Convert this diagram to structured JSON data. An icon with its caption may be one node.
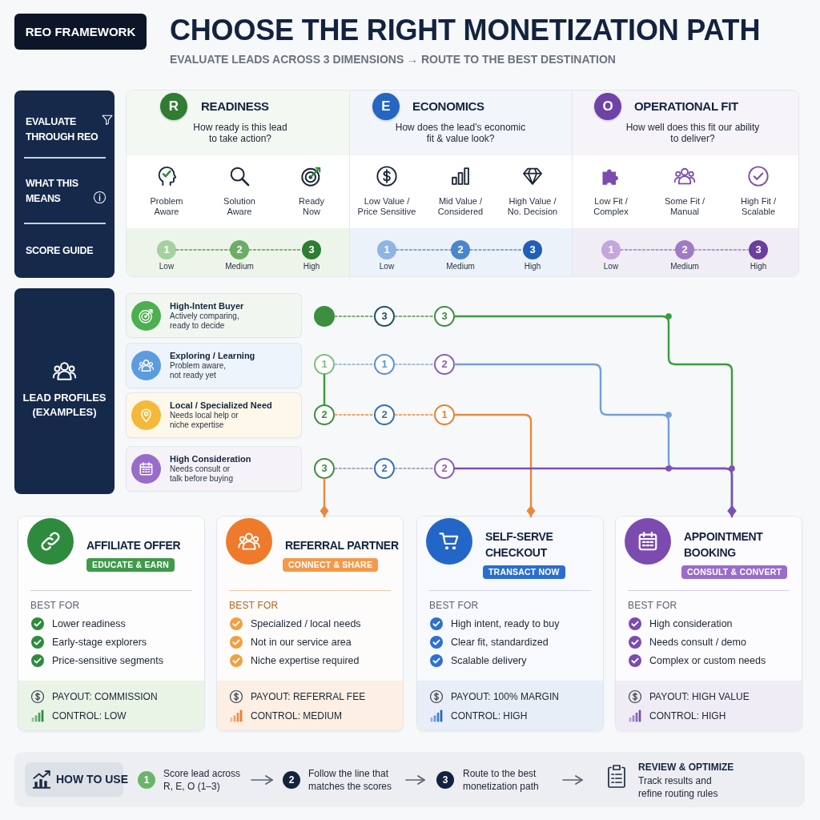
{
  "diagram": {
    "title": "CHOOSE THE RIGHT MONETIZATION PATH",
    "nodes": [
      {
        "text": [
          "REO FRAMEWORK"
        ]
      },
      {
        "text": [
          "EVALUATE THROUGH REO",
          "WHAT THIS MEANS",
          "SCORE GUIDE"
        ]
      },
      {
        "text": [
          "READINESS",
          "How ready is this lead to take action?",
          "Problem Aware",
          "Solution Aware",
          "Ready Now"
        ]
      },
      {
        "text": [
          "R"
        ],
        "in": 2
      },
      {
        "text": [
          "1"
        ],
        "in": 2,
        "beside": [
          "Low"
        ]
      },
      {
        "text": [
          "2"
        ],
        "in": 2,
        "beside": [
          "Medium"
        ]
      },
      {
        "text": [
          "3"
        ],
        "in": 2,
        "beside": [
          "High"
        ]
      },
      {
        "text": [
          "ECONOMICS",
          "How does the lead’s economic fit & value look?",
          "Low Value / Price Sensitive",
          "Mid Value / Considered",
          "High Value / No. Decision"
        ]
      },
      {
        "text": [
          "E"
        ],
        "in": 7
      },
      {
        "text": [
          "1"
        ],
        "in": 7,
        "beside": [
          "Low"
        ]
      },
      {
        "text": [
          "2"
        ],
        "in": 7,
        "beside": [
          "Medium"
        ]
      },
      {
        "text": [
          "3"
        ],
        "in": 7,
        "beside": [
          "High"
        ]
      },
      {
        "text": [
          "OPERATIONAL FIT",
          "How well does this fit our ability to deliver?",
          "Low Fit / Complex",
          "Some Fit / Manual",
          "High Fit / Scalable"
        ]
      },
      {
        "text": [
          "O"
        ],
        "in": 12
      },
      {
        "text": [
          "1"
        ],
        "in": 12,
        "beside": [
          "Low"
        ]
      },
      {
        "text": [
          "2"
        ],
        "in": 12,
        "beside": [
          "Medium"
        ]
      },
      {
        "text": [
          "3"
        ],
        "in": 12,
        "beside": [
          "High"
        ]
      },
      {
        "text": [
          "LEAD PROFILES (EXAMPLES)"
        ]
      },
      {
        "text": [
          "High-Intent Buyer",
          "Actively comparing, ready to decide"
        ]
      },
      {
        "text": [
          "Exploring / Learning",
          "Problem aware, not ready yet"
        ]
      },
      {
        "text": [
          "Local / Specialized Need",
          "Needs local help or niche expertise"
        ]
      },
      {
        "text": [
          "High Consideration",
          "Needs consult or talk before buying"
        ]
      },
      {
        "text": [],
        "shape": "circle"
      },
      {
        "text": [
          "3"
        ]
      },
      {
        "text": [
          "3"
        ]
      },
      {
        "text": [
          "1"
        ]
      },
      {
        "text": [
          "1"
        ]
      },
      {
        "text": [
          "2"
        ]
      },
      {
        "text": [
          "2"
        ]
      },
      {
        "text": [
          "2"
        ]
      },
      {
        "text": [
          "1"
        ]
      },
      {
        "text": [
          "3"
        ]
      },
      {
        "text": [
          "2"
        ]
      },
      {
        "text": [
          "2"
        ]
      },
      {
        "text": [
          "AFFILIATE OFFER",
          "BEST FOR",
          "Lower readiness",
          "Early-stage explorers",
          "Price-sensitive segments",
          "PAYOUT: COMMISSION",
          "CONTROL: LOW"
        ]
      },
      {
        "text": [
          "EDUCATE & EARN"
        ],
        "in": 34
      },
      {
        "text": [
          "REFERRAL PARTNER",
          "BEST FOR",
          "Specialized / local needs",
          "Not in our service area",
          "Niche expertise required",
          "PAYOUT: REFERRAL FEE",
          "CONTROL: MEDIUM"
        ]
      },
      {
        "text": [
          "CONNECT & SHARE"
        ],
        "in": 36
      },
      {
        "text": [
          "SELF-SERVE CHECKOUT",
          "BEST FOR",
          "High intent, ready to buy",
          "Clear fit, standardized",
          "Scalable delivery",
          "PAYOUT: 100% MARGIN",
          "CONTROL: HIGH"
        ]
      },
      {
        "text": [
          "TRANSACT NOW"
        ],
        "in": 38
      },
      {
        "text": [
          "APPOINTMENT BOOKING",
          "BEST FOR",
          "High consideration",
          "Needs consult / demo",
          "Complex or custom needs",
          "PAYOUT: HIGH VALUE",
          "CONTROL: HIGH"
        ]
      },
      {
        "text": [
          "CONSULT & CONVERT"
        ],
        "in": 40
      },
      {
        "text": [],
        "shape": "box"
      },
      {
        "text": [
          "HOW TO USE"
        ],
        "in": 42
      },
      {
        "text": [
          "1"
        ],
        "in": 42,
        "beside": [
          "Score lead across R, E, O (1–3)"
        ]
      },
      {
        "text": [
          "2"
        ],
        "in": 42,
        "beside": [
          "Follow the line that matches the scores"
        ]
      },
      {
        "text": [
          "3"
        ],
        "in": 42,
        "beside": [
          "Route to the best monetization path"
        ]
      },
      {
        "text": [
          "REVIEW & OPTIMIZE",
          "Track results and refine routing rules"
        ],
        "in": 42
      }
    ],
    "edges": [
      {
        "from": 4,
        "to": 5,
        "arrow": "none",
        "style": "dashed",
        "color": "#5a9e56"
      },
      {
        "from": 5,
        "to": 6,
        "arrow": "none",
        "style": "dashed",
        "color": "#5a9e56"
      },
      {
        "from": 9,
        "to": 10,
        "arrow": "none",
        "style": "dashed",
        "color": "#5b8fd6"
      },
      {
        "from": 10,
        "to": 11,
        "arrow": "none",
        "style": "dashed",
        "color": "#5b8fd6"
      },
      {
        "from": 14,
        "to": 15,
        "arrow": "none",
        "style": "dashed",
        "color": "#a07cc6"
      },
      {
        "from": 15,
        "to": 16,
        "arrow": "none",
        "style": "dashed",
        "color": "#a07cc6"
      },
      {
        "from": 22,
        "to": 23,
        "arrow": "none",
        "style": "dashed",
        "color": "#4a9a4a"
      },
      {
        "from": 23,
        "to": 24,
        "arrow": "none",
        "style": "dashed",
        "color": "#4a9a4a"
      },
      {
        "from": 25,
        "to": 26,
        "arrow": "none",
        "style": "dashed",
        "color": "#8fa9d6"
      },
      {
        "from": 26,
        "to": 27,
        "arrow": "none",
        "style": "dashed",
        "color": "#8fa9d6"
      },
      {
        "from": 28,
        "to": 29,
        "arrow": "none",
        "style": "dashed",
        "color": "#e8893a"
      },
      {
        "from": 29,
        "to": 30,
        "arrow": "none",
        "style": "dashed",
        "color": "#e8893a"
      },
      {
        "from": 31,
        "to": 32,
        "arrow": "none",
        "style": "dashed",
        "color": "#9b8cb5"
      },
      {
        "from": 32,
        "to": 33,
        "arrow": "none",
        "style": "dashed",
        "color": "#9b8cb5"
      },
      {
        "from": 25,
        "to": 28,
        "arrow": "none",
        "color": "#3c9a3c"
      },
      {
        "from": 31,
        "to": 36,
        "arrow": "other",
        "color": "#e8893a"
      },
      {
        "from": 30,
        "to": 38,
        "arrow": "other",
        "color": "#e8893a"
      },
      {
        "from": 24,
        "to": 40,
        "arrow": "other",
        "color": "#3c9a3c"
      },
      {
        "from": 27,
        "to": 40,
        "arrow": "other",
        "color": "#6fa0dc"
      },
      {
        "from": 33,
        "to": 40,
        "arrow": "other",
        "color": "#7d4fb5"
      },
      {
        "from": 44,
        "to": 45,
        "arrow": "to",
        "color": "#5b6472"
      },
      {
        "from": 45,
        "to": 46,
        "arrow": "to",
        "color": "#5b6472"
      },
      {
        "from": 46,
        "to": 47,
        "arrow": "to",
        "color": "#5b6472"
      }
    ],
    "labels": [
      "EVALUATE LEADS ACROSS 3 DIMENSIONS → ROUTE TO THE BEST DESTINATION"
    ]
  }
}
